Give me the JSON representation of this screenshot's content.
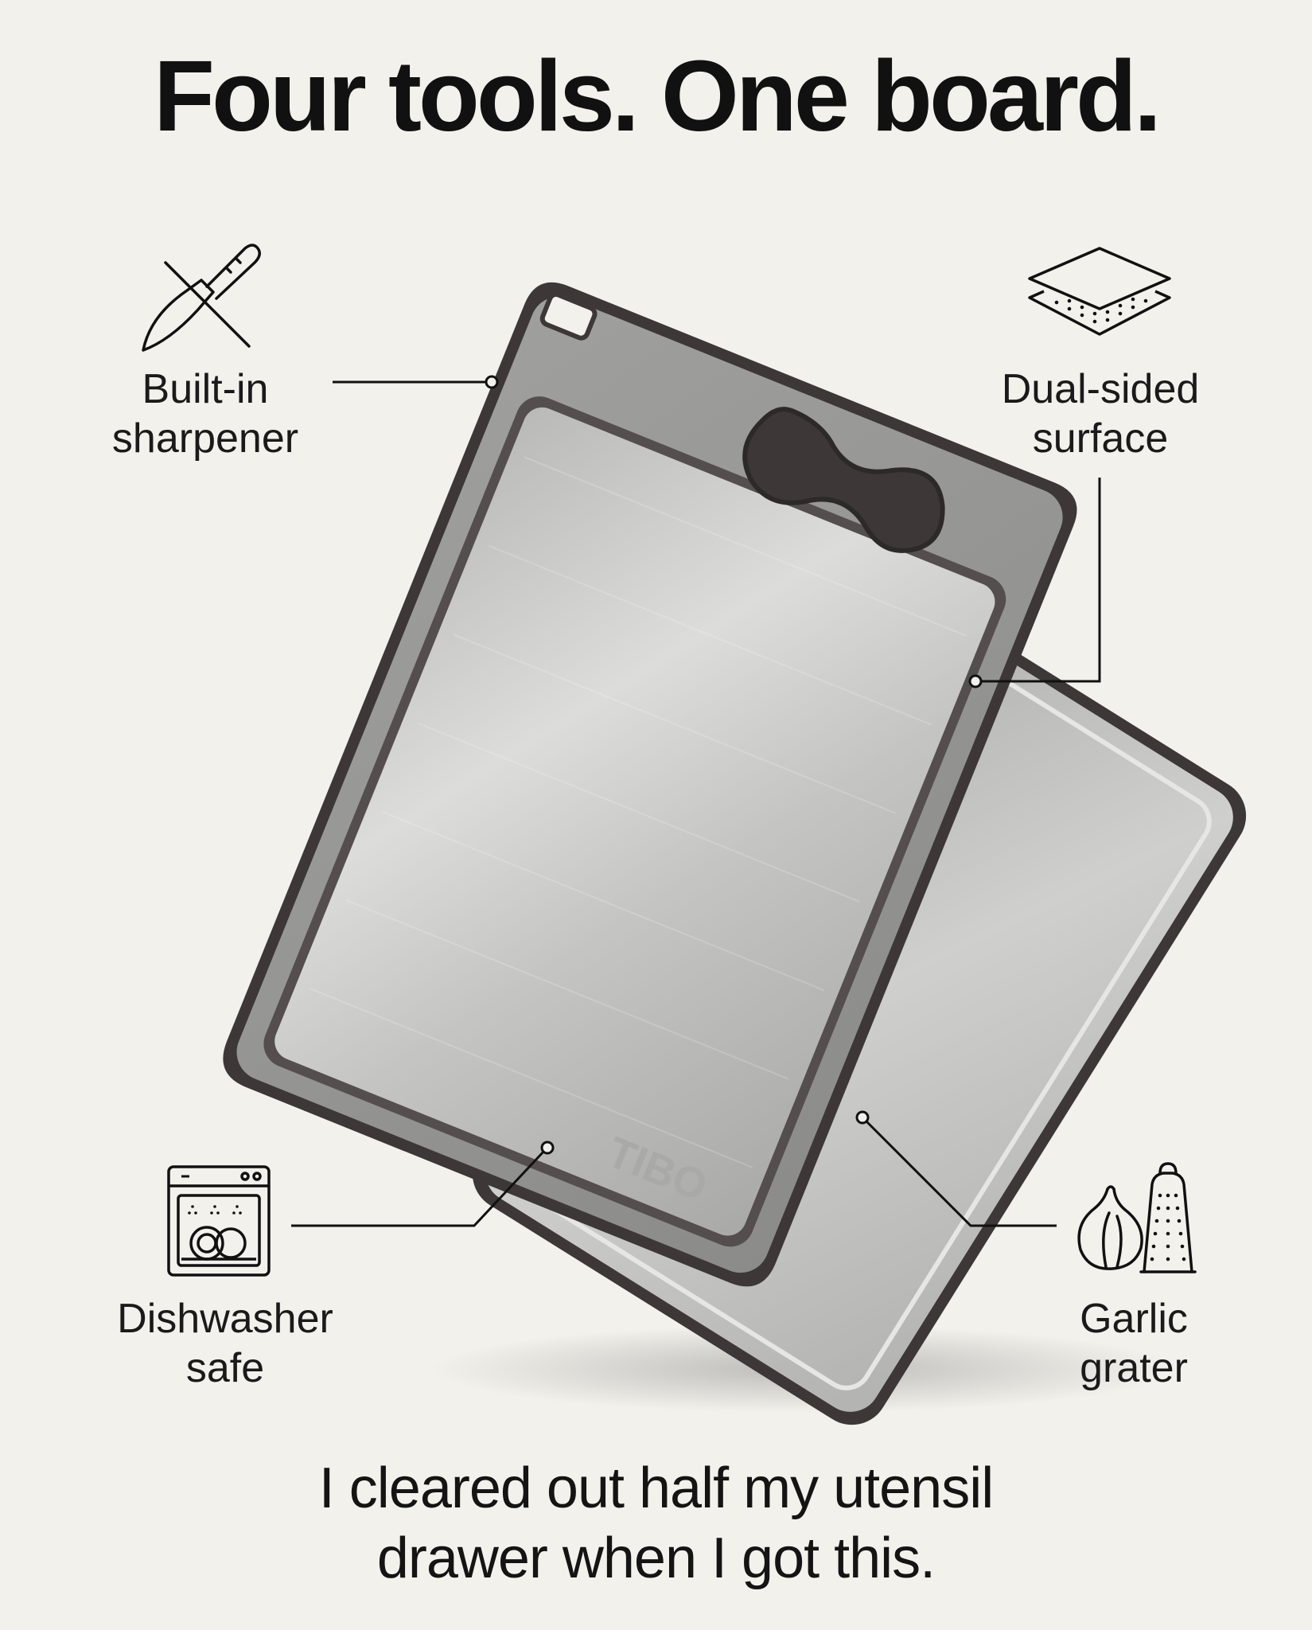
{
  "headline": "Four tools. One board.",
  "brand": "TIBO",
  "features": [
    {
      "id": "sharpener",
      "line1": "Built-in",
      "line2": "sharpener",
      "icon": "knife-icon"
    },
    {
      "id": "dual",
      "line1": "Dual-sided",
      "line2": "surface",
      "icon": "layers-icon"
    },
    {
      "id": "dishwasher",
      "line1": "Dishwasher",
      "line2": "safe",
      "icon": "dishwasher-icon"
    },
    {
      "id": "garlic",
      "line1": "Garlic",
      "line2": "grater",
      "icon": "garlic-grater-icon"
    }
  ],
  "caption": {
    "line1": "I cleared out half my utensil",
    "line2": "drawer when I got this."
  },
  "colors": {
    "background": "#f2f1ec",
    "text": "#111111",
    "board_rim": "#3d3737",
    "steel": "#c9c9c7"
  }
}
